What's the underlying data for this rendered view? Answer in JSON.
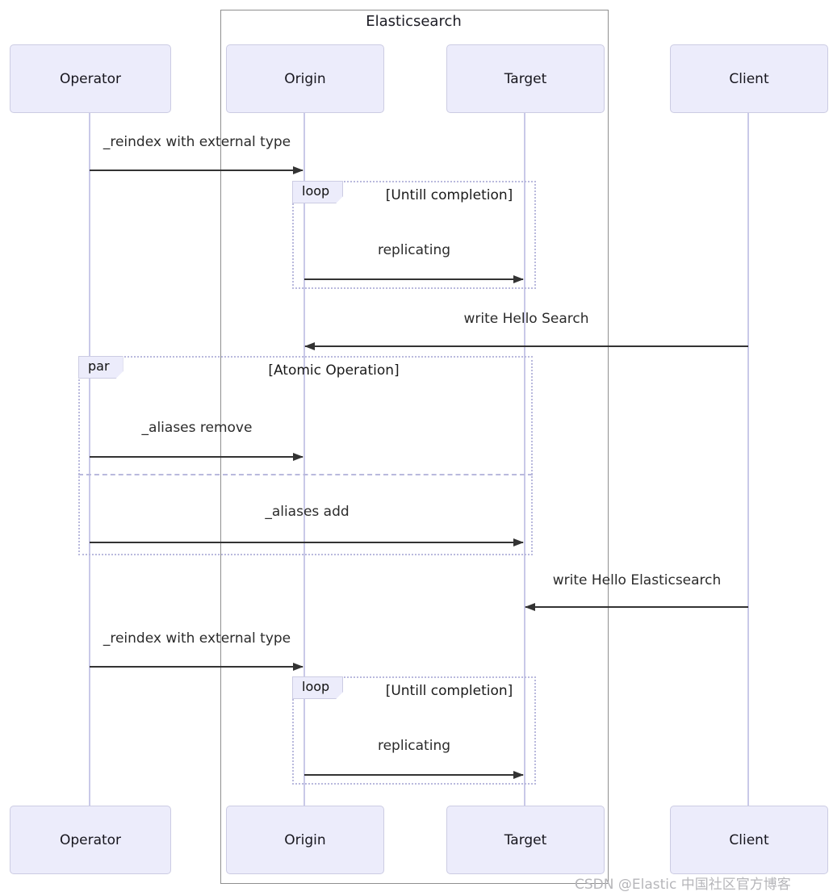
{
  "diagram": {
    "type": "sequence-diagram",
    "title": "Elasticsearch",
    "container": {
      "label": "Elasticsearch",
      "members": [
        "Origin",
        "Target"
      ]
    },
    "actors": [
      {
        "id": "operator",
        "label": "Operator"
      },
      {
        "id": "origin",
        "label": "Origin"
      },
      {
        "id": "target",
        "label": "Target"
      },
      {
        "id": "client",
        "label": "Client"
      }
    ],
    "messages": [
      {
        "from": "Operator",
        "to": "Origin",
        "text": "_reindex with external type"
      },
      {
        "from": "Origin",
        "to": "Target",
        "text": "replicating"
      },
      {
        "from": "Client",
        "to": "Origin",
        "text": "write Hello Search"
      },
      {
        "from": "Operator",
        "to": "Origin",
        "text": "_aliases remove"
      },
      {
        "from": "Operator",
        "to": "Target",
        "text": "_aliases add"
      },
      {
        "from": "Client",
        "to": "Target",
        "text": "write Hello Elasticsearch"
      },
      {
        "from": "Operator",
        "to": "Origin",
        "text": "_reindex with external type"
      },
      {
        "from": "Origin",
        "to": "Target",
        "text": "replicating"
      }
    ],
    "fragments": [
      {
        "id": "loop-1",
        "label": "loop",
        "guard": "[Untill completion]"
      },
      {
        "id": "par-1",
        "label": "par",
        "guard": "[Atomic Operation]"
      },
      {
        "id": "loop-2",
        "label": "loop",
        "guard": "[Untill completion]"
      }
    ],
    "watermark": "CSDN @Elastic 中国社区官方博客",
    "colors": {
      "actor_fill": "#ECECFB",
      "actor_border": "#CCCCE3",
      "lifeline": "#C9C9E8",
      "fragment_border": "#B9B9DD",
      "container_border": "#8F8F8F",
      "arrow": "#333333",
      "text": "#1A1A1A",
      "watermark": "#B6B6BA"
    }
  }
}
